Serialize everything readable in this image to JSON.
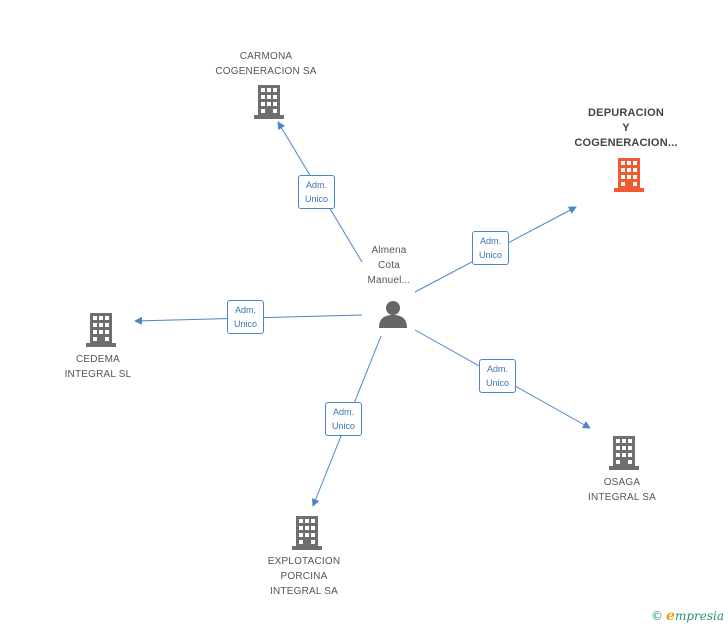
{
  "center": {
    "label": "Almena\nCota\nManuel...",
    "icon": "person-icon"
  },
  "nodes": [
    {
      "id": "carmona",
      "label": "CARMONA\nCOGENERACION SA",
      "icon": "building-icon",
      "color": "#6f6f6f"
    },
    {
      "id": "depuracion",
      "label": "DEPURACION\nY\nCOGENERACION...",
      "icon": "building-icon",
      "color": "#f05a32",
      "highlight": true
    },
    {
      "id": "cedema",
      "label": "CEDEMA\nINTEGRAL  SL",
      "icon": "building-icon",
      "color": "#6f6f6f"
    },
    {
      "id": "osaga",
      "label": "OSAGA\nINTEGRAL SA",
      "icon": "building-icon",
      "color": "#6f6f6f"
    },
    {
      "id": "explotacion",
      "label": "EXPLOTACION\nPORCINA\nINTEGRAL SA",
      "icon": "building-icon",
      "color": "#6f6f6f"
    }
  ],
  "edges": [
    {
      "to": "carmona",
      "label": "Adm.\nUnico"
    },
    {
      "to": "depuracion",
      "label": "Adm.\nUnico"
    },
    {
      "to": "cedema",
      "label": "Adm.\nUnico"
    },
    {
      "to": "osaga",
      "label": "Adm.\nUnico"
    },
    {
      "to": "explotacion",
      "label": "Adm.\nUnico"
    }
  ],
  "colors": {
    "edge": "#4a86c8",
    "person": "#666666"
  },
  "footer": {
    "copyright": "©",
    "brand_initial": "e",
    "brand_rest": "mpresia"
  }
}
